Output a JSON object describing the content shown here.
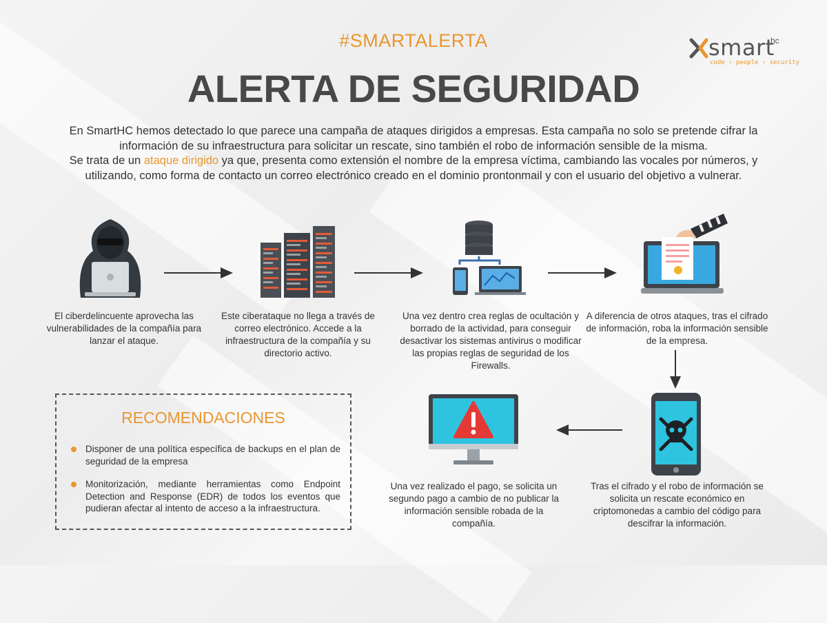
{
  "header": {
    "hashtag": "#SMARTALERTA",
    "title": "ALERTA DE SEGURIDAD"
  },
  "logo": {
    "word": "smart",
    "superscript": "hc",
    "tagline": "code › people ‹ security"
  },
  "intro": {
    "line1": "En SmartHC hemos detectado lo que parece una campaña de ataques dirigidos a empresas. Esta campaña  no solo se pretende cifrar la información de su infraestructura para solicitar un rescate, sino también el robo de información sensible de la misma.",
    "line2_before": "Se trata de un ",
    "line2_highlight": "ataque dirigido",
    "line2_after": " ya que, presenta como extensión el nombre de la empresa víctima, cambiando las vocales por números, y utilizando, como forma de contacto un correo electrónico creado en el dominio prontonmail y con el usuario del objetivo a vulnerar."
  },
  "steps": {
    "hacker": "El ciberdelincuente aprovecha las vulnerabilidades de la compañía para lanzar el ataque.",
    "servers": "Este ciberataque no llega a través de correo electrónico. Accede a la infraestructura de la compañía y su directorio activo.",
    "network": "Una vez dentro crea reglas de ocultación y borrado de la actividad, para conseguir desactivar los sistemas antivirus o modificar las propias reglas de seguridad de los Firewalls.",
    "laptop": "A diferencia de otros ataques, tras el cifrado de información, roba la información sensible de la empresa.",
    "phone": "Tras el cifrado y el robo de información se solicita un rescate económico en criptomonedas a cambio del código para descifrar la información.",
    "monitor": "Una vez realizado el pago, se solicita un segundo pago a cambio de no publicar la información sensible robada de la compañía."
  },
  "recommendations": {
    "title": "RECOMENDACIONES",
    "items": [
      "Disponer de una política específica de backups en el plan de seguridad de la empresa",
      "Monitorización, mediante  herramientas como Endpoint Detection and Response (EDR) de todos los eventos que pudieran afectar al intento de acceso a la infraestructura."
    ]
  },
  "colors": {
    "accent": "#e8962f",
    "title": "#484848",
    "screen_blue": "#2ec4e0",
    "alert_red": "#e53935"
  }
}
